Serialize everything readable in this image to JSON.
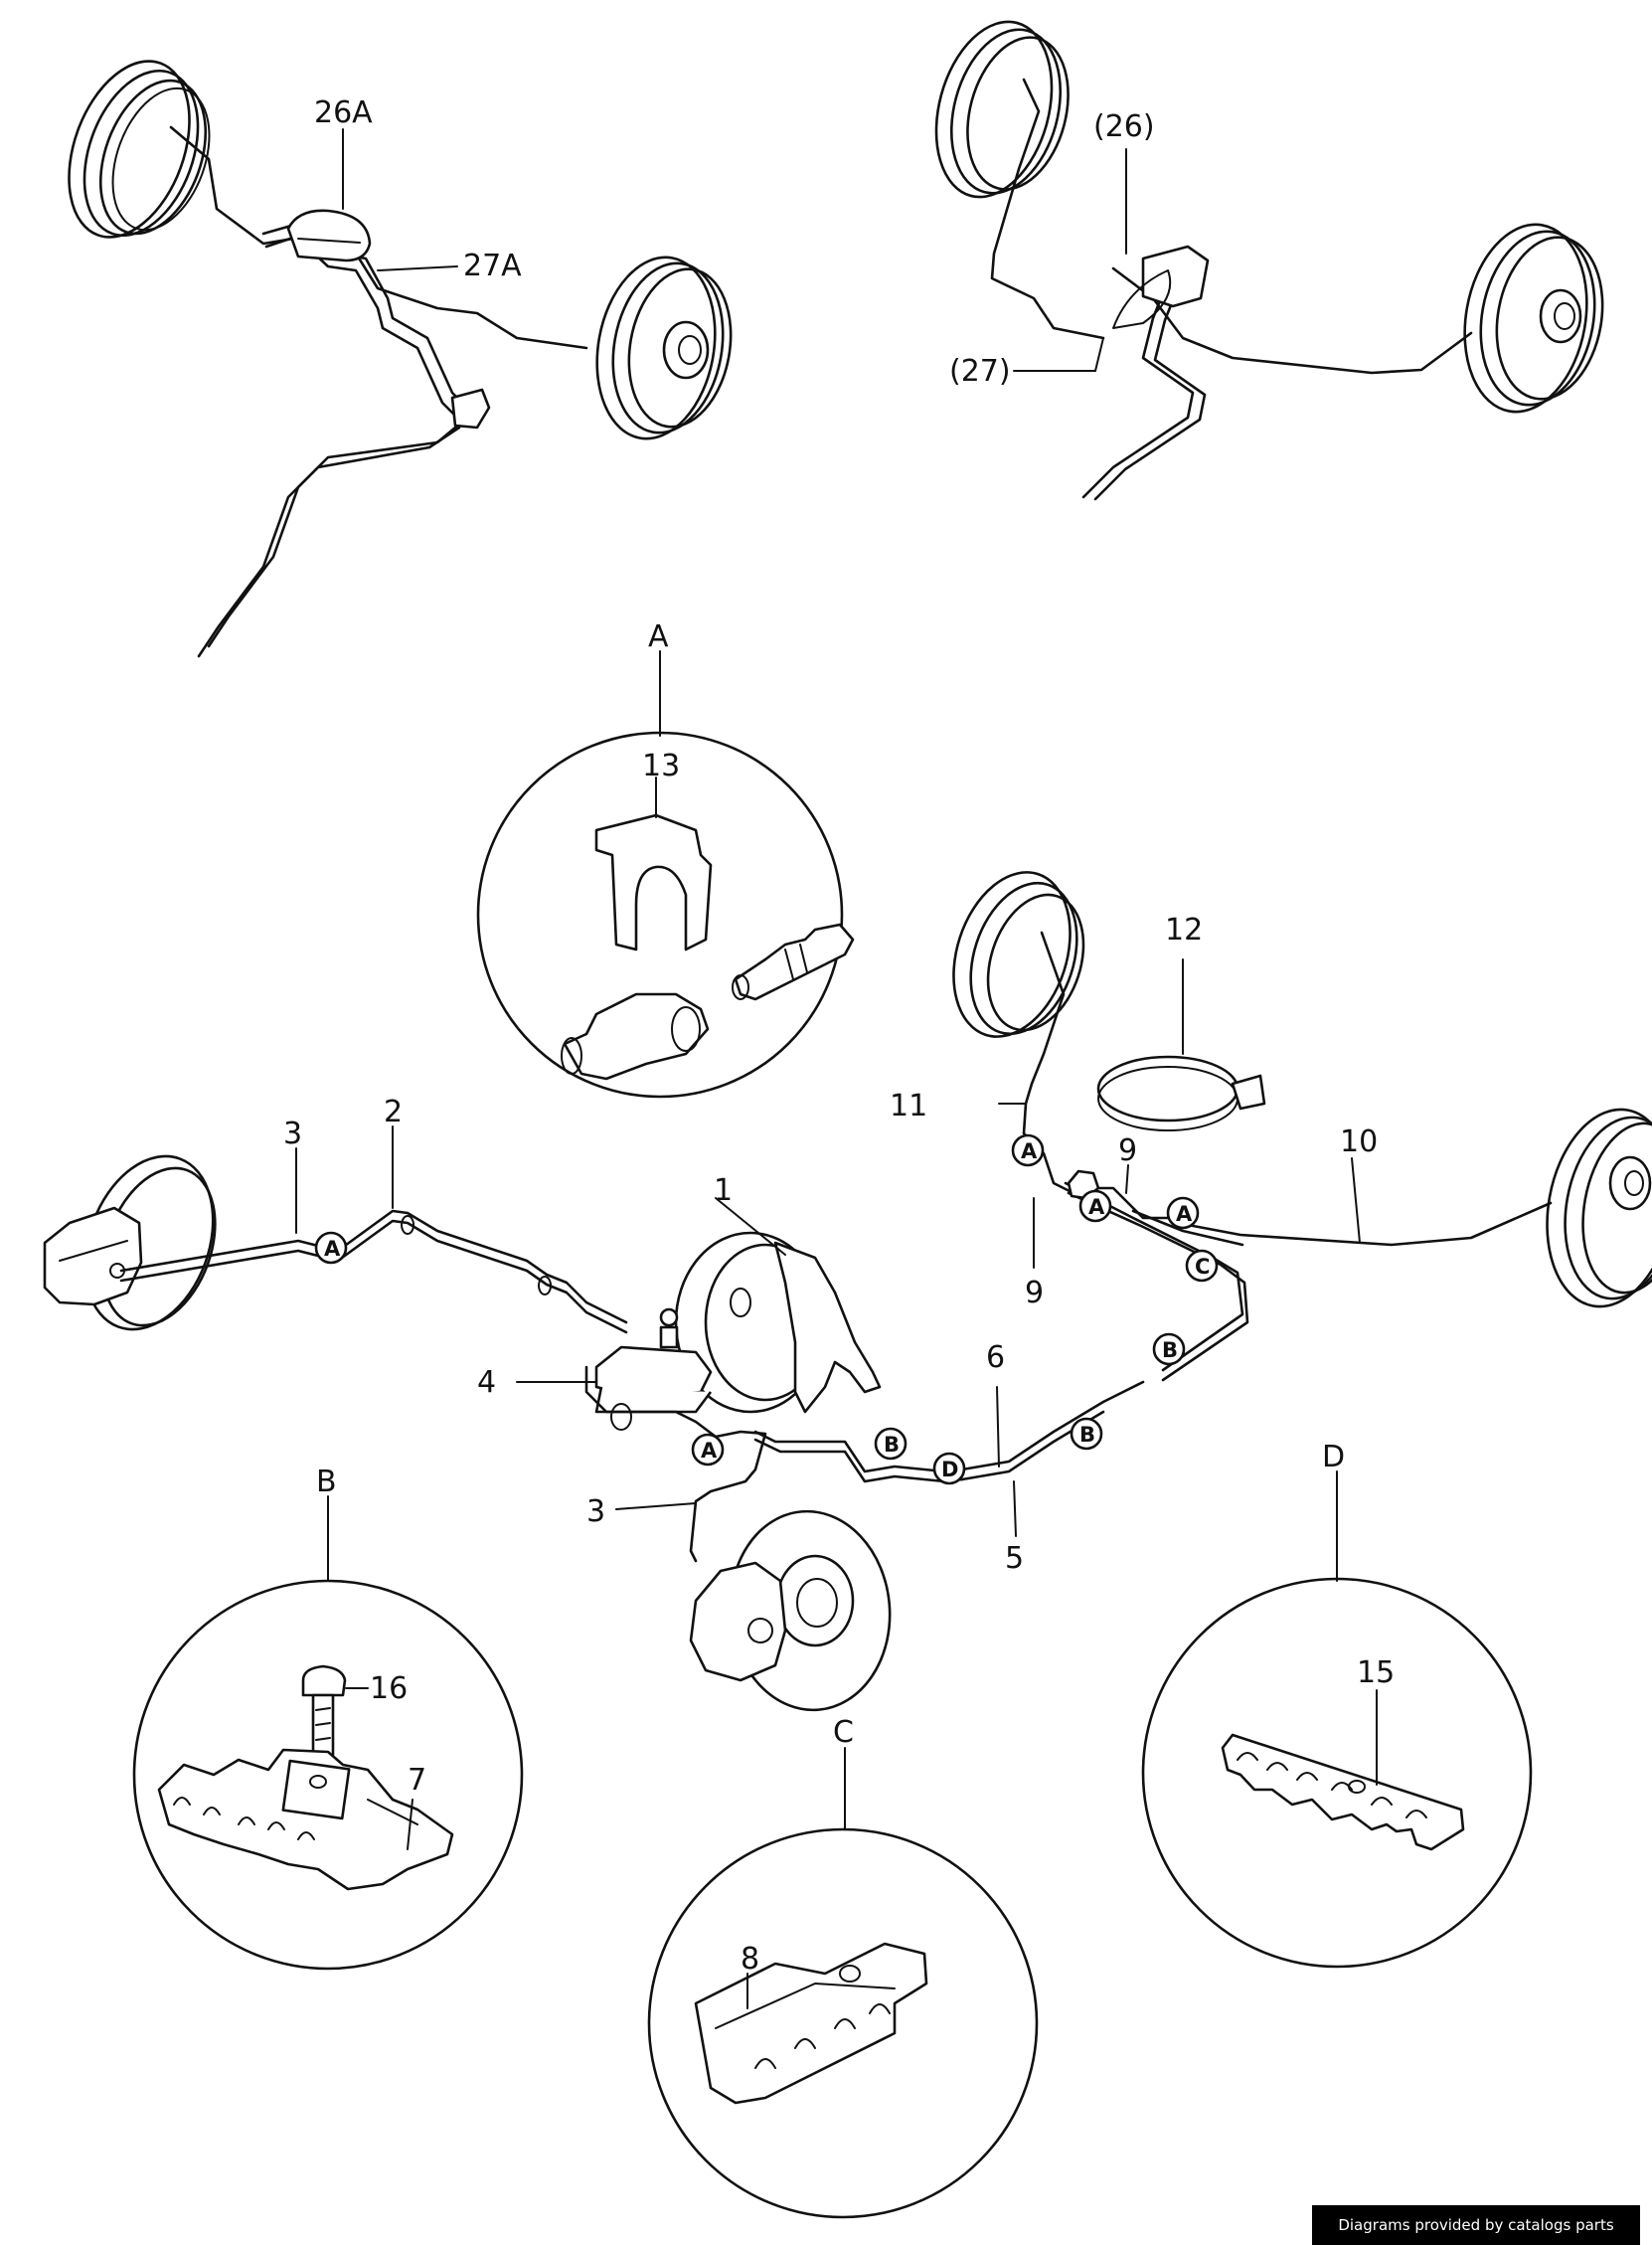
{
  "labels": {
    "l26A": "26A",
    "l27A": "27A",
    "l26": "(26)",
    "l27": "(27)",
    "l1": "1",
    "l2": "2",
    "l3a": "3",
    "l3b": "3",
    "l4": "4",
    "l5": "5",
    "l6": "6",
    "l7": "7",
    "l8": "8",
    "l9a": "9",
    "l9b": "9",
    "l10": "10",
    "l11": "11",
    "l12": "12",
    "l13": "13",
    "l15": "15",
    "l16": "16"
  },
  "detail_views": {
    "A": "A",
    "B": "B",
    "C": "C",
    "D": "D"
  },
  "clip_markers": [
    "A",
    "A",
    "A",
    "A",
    "A",
    "B",
    "B",
    "B",
    "C",
    "D"
  ],
  "credit": "Diagrams provided by catalogs parts"
}
